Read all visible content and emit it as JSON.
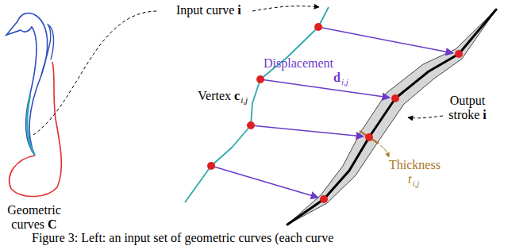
{
  "diagram": {
    "caption": "Figure 3: Left: an input set of geometric curves (each curve",
    "labels": [
      "Input curve",
      "i",
      "Vertex",
      "c",
      "i,j",
      "Displacement",
      "d",
      "i,j",
      "Output stroke",
      "i",
      "Thickness",
      "t",
      "i,j",
      "Geometric curves",
      "C"
    ]
  }
}
